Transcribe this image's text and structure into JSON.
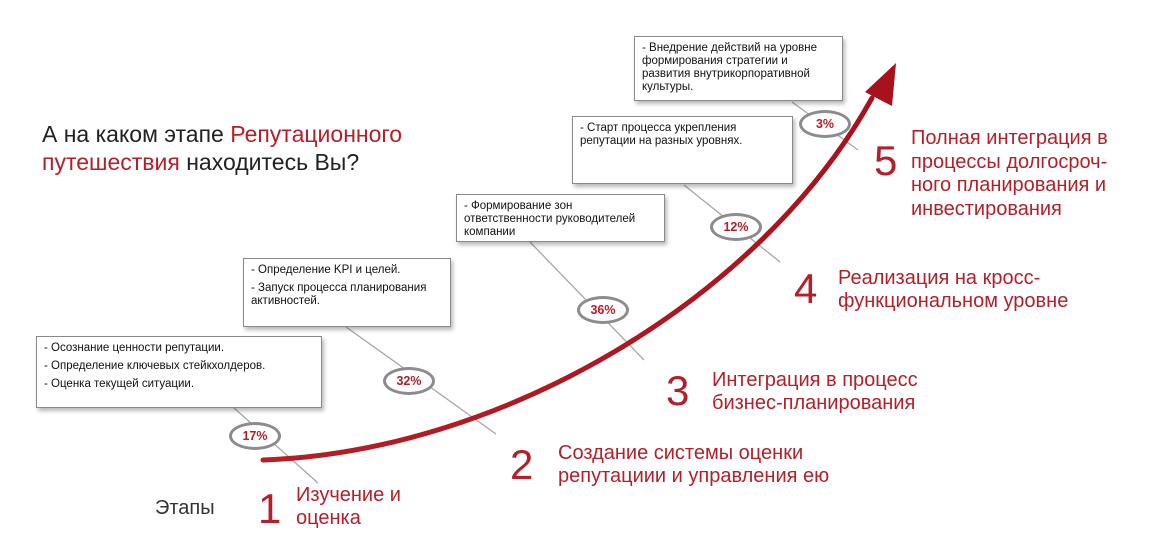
{
  "question": {
    "part1": "А на каком этапе ",
    "highlight1": "Репутационного",
    "highlight2": "путешествия",
    "part2": " находитесь Вы?"
  },
  "stages_word": "Этапы",
  "stages": [
    {
      "number": "1",
      "title": [
        "Изучение и",
        "оценка"
      ],
      "percent": "17%",
      "notes": [
        "- Осознание ценности репутации.",
        "- Определение ключевых стейкхолдеров.",
        "- Оценка текущей ситуации."
      ]
    },
    {
      "number": "2",
      "title": [
        "Создание системы оценки",
        "репутациии и управления ею"
      ],
      "percent": "32%",
      "notes": [
        "- Определение KPI и целей.",
        "- Запуск процесса планирования активностей."
      ]
    },
    {
      "number": "3",
      "title": [
        "Интеграция в процесс",
        "бизнес-планирования"
      ],
      "percent": "36%",
      "notes": [
        "- Формирование зон ответственности руководителей компании"
      ]
    },
    {
      "number": "4",
      "title": [
        "Реализация на кросс-",
        "функциональном уровне"
      ],
      "percent": "12%",
      "notes": [
        "- Старт процесса укрепления репутации на разных уровнях."
      ]
    },
    {
      "number": "5",
      "title": [
        "Полная интеграция в",
        "процессы долгосроч-",
        "ного планирования и",
        "инвестирования"
      ],
      "percent": "3%",
      "notes": [
        "- Внедрение действий на уровне формирования стратегии и развития внутрикорпоративной культуры."
      ]
    }
  ],
  "colors": {
    "accent": "#b3202a",
    "text": "#222222",
    "connector": "#a8a8a8",
    "ring": "#8c8c8c"
  }
}
